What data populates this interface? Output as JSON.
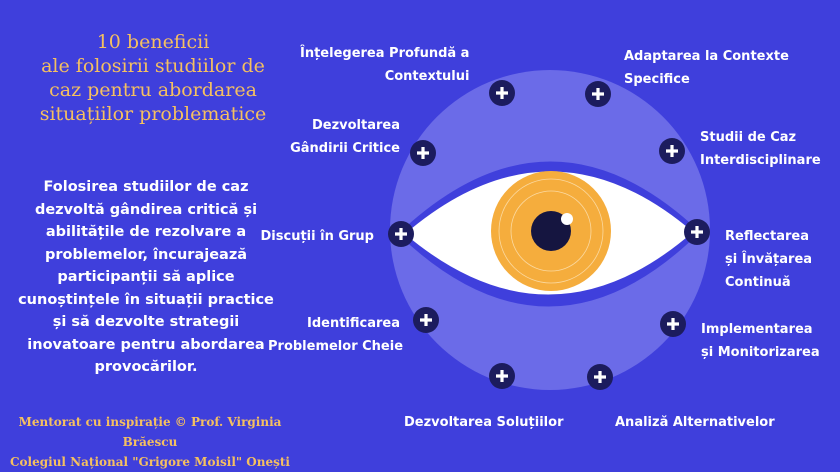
{
  "title": [
    "10 beneficii",
    "ale folosirii studiilor de",
    "caz pentru abordarea",
    "situațiilor problematice"
  ],
  "description": "Folosirea studiilor de caz dezvoltă gândirea critică și abilitățile de rezolvare a problemelor, încurajează participanții să aplice cunoștințele în situații practice și să dezvolte strategii inovatoare pentru abordarea provocărilor.",
  "credit": [
    "Mentorat cu inspirație © Prof. Virginia Brăescu",
    "Colegiul Național \"Grigore Moisil\" Onești"
  ],
  "benefits": [
    {
      "l1": "Înțelegerea Profundă a",
      "l2": "Contextului"
    },
    {
      "l1": "Adaptarea la Contexte",
      "l2": "Specifice"
    },
    {
      "l1": "Dezvoltarea",
      "l2": "Gândirii Critice"
    },
    {
      "l1": "Studii de Caz",
      "l2": "Interdisciplinare"
    },
    {
      "l1": "Discuții în Grup",
      "l2": ""
    },
    {
      "l1": "Reflectarea",
      "l2": "și Învățarea",
      "l3": "Continuă"
    },
    {
      "l1": "Identificarea",
      "l2": "Problemelor Cheie"
    },
    {
      "l1": "Implementarea",
      "l2": "și Monitorizarea"
    },
    {
      "l1": "Dezvoltarea Soluțiilor",
      "l2": ""
    },
    {
      "l1": "Analiză Alternativelor",
      "l2": ""
    }
  ],
  "colors": {
    "background": "#3f3fdc",
    "circle": "#6b6be8",
    "navy": "#1c1c5e",
    "iris": "#f5ad3d",
    "accent": "#f5c060"
  }
}
